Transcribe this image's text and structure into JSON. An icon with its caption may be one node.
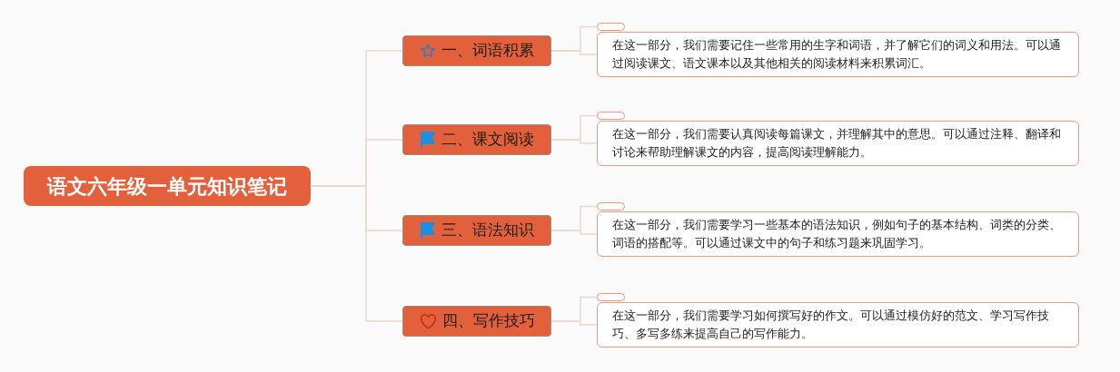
{
  "diagram": {
    "nodes": [
      {
        "text": [
          "语文六年级一单元知识笔记"
        ]
      },
      {
        "text": [
          "一、词语积累"
        ]
      },
      {
        "text": [],
        "shape": "box"
      },
      {
        "text": [
          "在这一部分，我们需要记住一些常用的生字和词语，并了解它们的词义和用法。可以通过阅读课文、语文课本以及其他相关的阅读材料来积累词汇。"
        ]
      },
      {
        "text": [
          "二、课文阅读"
        ]
      },
      {
        "text": [],
        "shape": "box"
      },
      {
        "text": [
          "在这一部分，我们需要认真阅读每篇课文，并理解其中的意思。可以通过注释、翻译和讨论来帮助理解课文的内容，提高阅读理解能力。"
        ]
      },
      {
        "text": [
          "三、语法知识"
        ]
      },
      {
        "text": [],
        "shape": "box"
      },
      {
        "text": [
          "在这一部分，我们需要学习一些基本的语法知识，例如句子的基本结构、词类的分类、词语的搭配等。可以通过课文中的句子和练习题来巩固学习。"
        ]
      },
      {
        "text": [
          "四、写作技巧"
        ]
      },
      {
        "text": [],
        "shape": "box"
      },
      {
        "text": [
          "在这一部分，我们需要学习如何撰写好的作文。可以通过模仿好的范文、学习写作技巧、多写多练来提高自己的写作能力。"
        ]
      }
    ],
    "edges": [
      {
        "from": 0,
        "to": 1,
        "arrow": "none"
      },
      {
        "from": 1,
        "to": 2,
        "arrow": "none"
      },
      {
        "from": 1,
        "to": 3,
        "arrow": "none"
      },
      {
        "from": 0,
        "to": 4,
        "arrow": "none"
      },
      {
        "from": 4,
        "to": 5,
        "arrow": "none"
      },
      {
        "from": 4,
        "to": 6,
        "arrow": "none"
      },
      {
        "from": 0,
        "to": 7,
        "arrow": "none"
      },
      {
        "from": 7,
        "to": 8,
        "arrow": "none"
      },
      {
        "from": 7,
        "to": 9,
        "arrow": "none"
      },
      {
        "from": 0,
        "to": 10,
        "arrow": "none"
      },
      {
        "from": 10,
        "to": 11,
        "arrow": "none"
      },
      {
        "from": 10,
        "to": 12,
        "arrow": "none"
      }
    ]
  }
}
